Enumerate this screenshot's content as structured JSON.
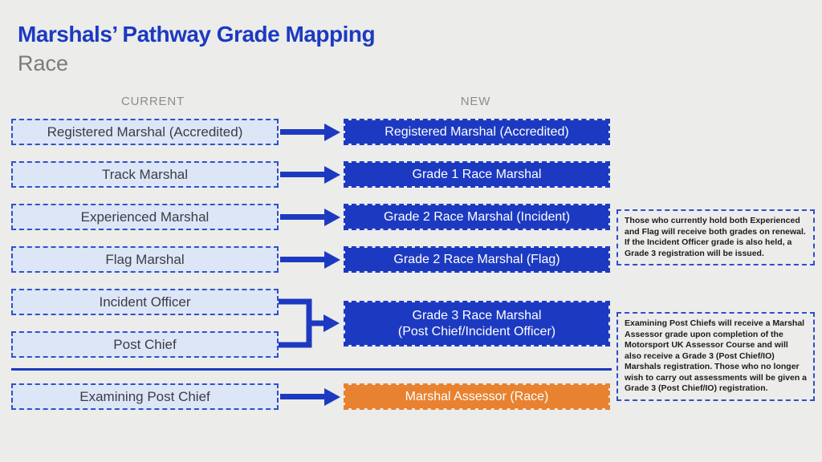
{
  "header": {
    "title": "Marshals’ Pathway Grade Mapping",
    "subtitle": "Race",
    "current_column_label": "CURRENT",
    "new_column_label": "NEW"
  },
  "current_grades": [
    "Registered Marshal (Accredited)",
    "Track Marshal",
    "Experienced Marshal",
    "Flag Marshal",
    "Incident Officer",
    "Post Chief",
    "Examining Post Chief"
  ],
  "new_grades": {
    "row1": "Registered Marshal (Accredited)",
    "row2": "Grade 1 Race Marshal",
    "row3": "Grade 2 Race Marshal (Incident)",
    "row4": "Grade 2 Race Marshal (Flag)",
    "grade3_line1": "Grade 3 Race Marshal",
    "grade3_line2": "(Post Chief/Incident Officer)",
    "assessor": "Marshal Assessor (Race)"
  },
  "notes": {
    "note1": "Those who currently hold both Experienced and Flag will receive both grades on renewal. If the Incident Officer grade is also held, a Grade 3 registration will be issued.",
    "note2": "Examining Post Chiefs will receive a Marshal Assessor grade upon completion of the Motorsport UK Assessor Course and will also receive a Grade 3 (Post Chief/IO) Marshals registration. Those who no longer wish to carry out assessments will be given a Grade 3 (Post Chief/IO) registration."
  },
  "colors": {
    "brand_blue": "#1c3ac1",
    "accent_orange": "#e88230",
    "light_box_fill": "#dde6f6",
    "page_background": "#ececea"
  }
}
